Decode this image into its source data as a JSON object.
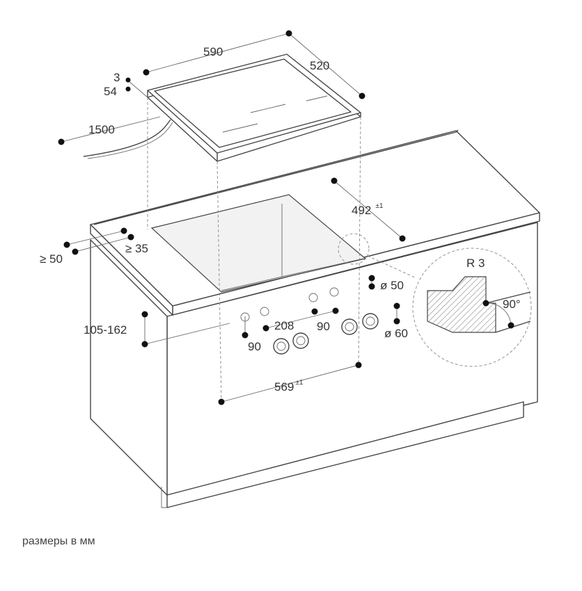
{
  "dimensions": {
    "hob_width": "590",
    "hob_depth": "520",
    "glass_thickness": "3",
    "hob_height": "54",
    "cable_length": "1500",
    "cutout_depth": "492",
    "cutout_depth_tol": "±1",
    "min_rear_gap": "≥ 35",
    "min_front_gap": "≥ 50",
    "knob_area_height": "105-162",
    "knob_spacing": "208",
    "knob_offset_left": "90",
    "knob_offset_right": "90",
    "hole_diameter": "ø 50",
    "knob_diameter": "ø 60",
    "cutout_width": "569",
    "cutout_width_tol": "±1",
    "edge_radius": "R 3",
    "edge_angle": "90°"
  },
  "caption": "размеры в мм"
}
